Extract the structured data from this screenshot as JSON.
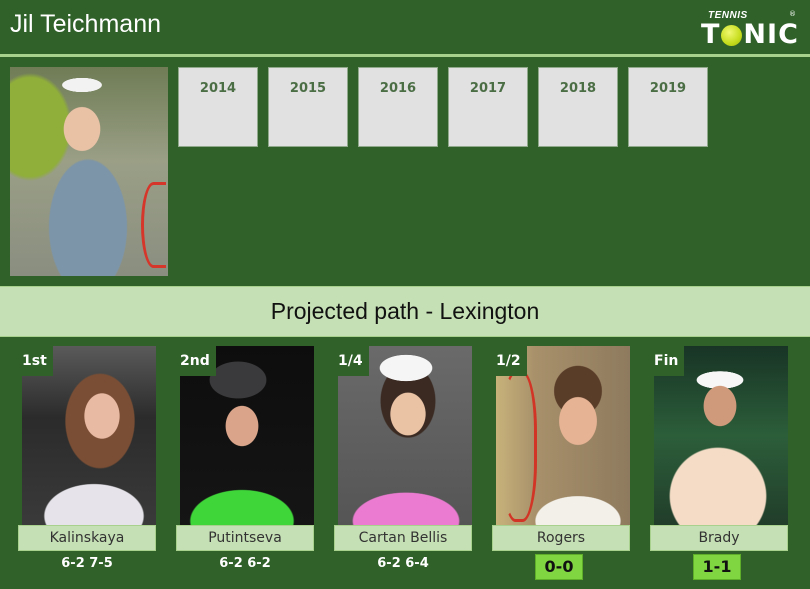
{
  "header": {
    "title": "Jil Teichmann",
    "logo": {
      "top": "TENNIS",
      "main_left": "T",
      "main_right": "NIC",
      "registered": "®",
      "ball_icon": "tennis-ball-icon"
    }
  },
  "player": {
    "photo_alt": "Jil Teichmann photo"
  },
  "years": [
    "2014",
    "2015",
    "2016",
    "2017",
    "2018",
    "2019"
  ],
  "banner": {
    "text": "Projected path - Lexington"
  },
  "path": [
    {
      "round": "1st",
      "name": "Kalinskaya",
      "score": "6-2 7-5",
      "score_type": "result"
    },
    {
      "round": "2nd",
      "name": "Putintseva",
      "score": "6-2 6-2",
      "score_type": "result"
    },
    {
      "round": "1/4",
      "name": "Cartan Bellis",
      "score": "6-2 6-4",
      "score_type": "result"
    },
    {
      "round": "1/2",
      "name": "Rogers",
      "score": "0-0",
      "score_type": "h2h"
    },
    {
      "round": "Fin",
      "name": "Brady",
      "score": "1-1",
      "score_type": "h2h"
    }
  ],
  "colors": {
    "background": "#2f6129",
    "banner": "#c5e0b4",
    "separator": "#a9d18e",
    "year_box": "#e1e1e1",
    "year_text": "#4b6e45",
    "h2h_badge": "#80d640"
  }
}
